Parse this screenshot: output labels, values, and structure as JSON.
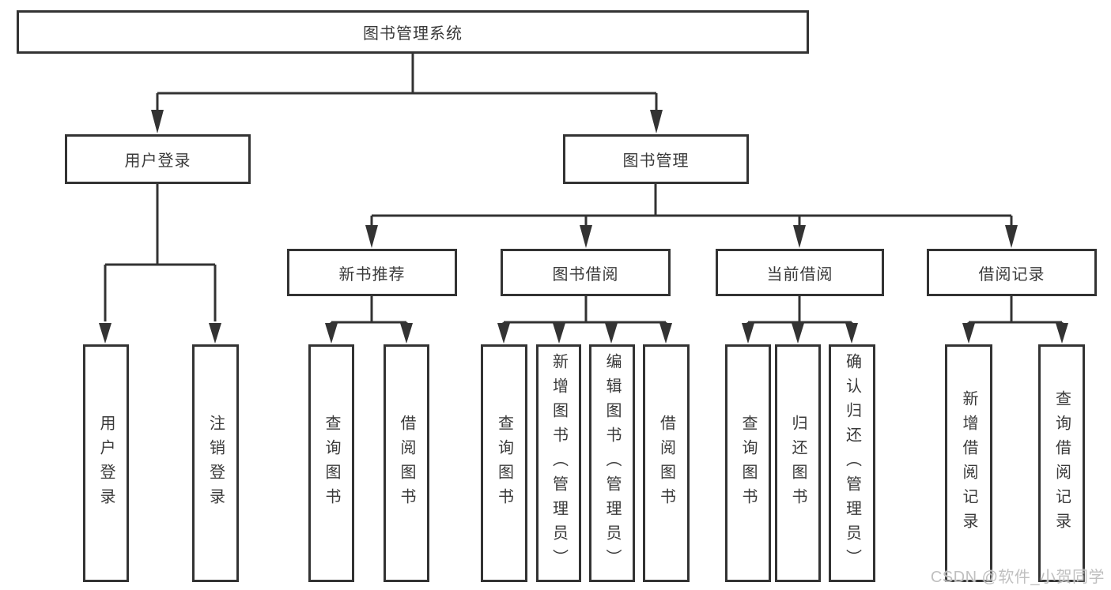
{
  "diagram": {
    "root": {
      "label": "图书管理系统"
    },
    "level2": {
      "user_login": {
        "label": "用户登录"
      },
      "book_management": {
        "label": "图书管理"
      }
    },
    "level3": {
      "new_book_recommend": {
        "label": "新书推荐"
      },
      "book_borrow": {
        "label": "图书借阅"
      },
      "current_borrow": {
        "label": "当前借阅"
      },
      "borrow_record": {
        "label": "借阅记录"
      }
    },
    "leaves": {
      "user_login": {
        "label": "用户登录"
      },
      "logout": {
        "label": "注销登录"
      },
      "recommend_query_book": {
        "label": "查询图书"
      },
      "recommend_borrow_book": {
        "label": "借阅图书"
      },
      "borrow_query_book": {
        "label": "查询图书"
      },
      "add_book_admin": {
        "label": "新增图书（管理员）"
      },
      "edit_book_admin": {
        "label": "编辑图书（管理员）"
      },
      "borrow_borrow_book": {
        "label": "借阅图书"
      },
      "current_query_book": {
        "label": "查询图书"
      },
      "return_book": {
        "label": "归还图书"
      },
      "confirm_return_admin": {
        "label": "确认归还（管理员）"
      },
      "add_borrow_record": {
        "label": "新增借阅记录"
      },
      "query_borrow_record": {
        "label": "查询借阅记录"
      }
    }
  },
  "watermark": "CSDN @软件_小贺同学",
  "colors": {
    "line": "#333333",
    "text": "#3a3a3a",
    "watermark": "#c0c0c0",
    "background": "#ffffff"
  }
}
